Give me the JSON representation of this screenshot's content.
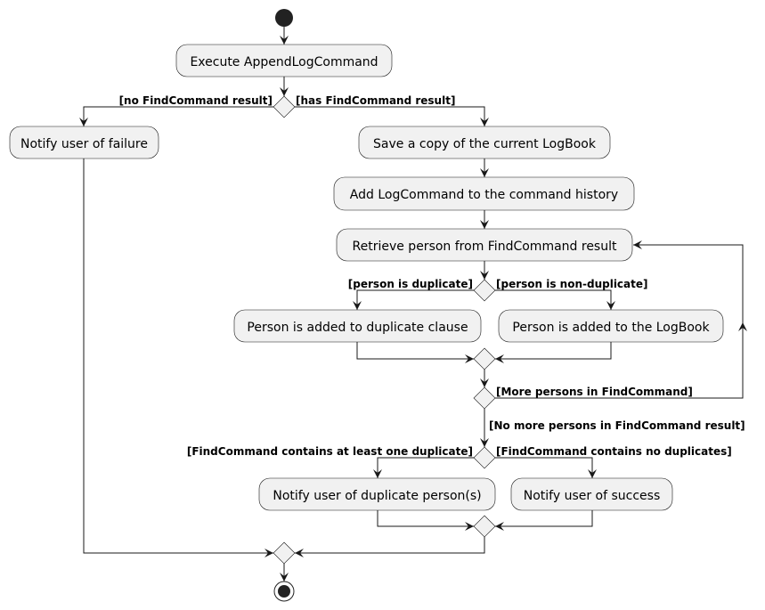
{
  "actions": {
    "execute": "Execute AppendLogCommand",
    "notify_failure": "Notify user of failure",
    "save_copy": "Save a copy of the current LogBook",
    "add_history": "Add LogCommand to the command history",
    "retrieve_person": "Retrieve person from FindCommand result",
    "duplicate_clause": "Person is added to duplicate clause",
    "added_logbook": "Person is added to the LogBook",
    "notify_duplicate": "Notify user of duplicate person(s)",
    "notify_success": "Notify user of success"
  },
  "guards": {
    "no_result": "[no FindCommand result]",
    "has_result": "[has FindCommand result]",
    "is_duplicate": "[person is duplicate]",
    "non_duplicate": "[person is non-duplicate]",
    "more_persons": "[More persons in FindCommand]",
    "no_more_persons": "[No more persons in FindCommand result]",
    "contains_duplicate": "[FindCommand contains at least one duplicate]",
    "no_duplicates": "[FindCommand contains no duplicates]"
  },
  "colors": {
    "node_fill": "#f1f1f1",
    "stroke": "#181818",
    "start_end": "#222222"
  }
}
